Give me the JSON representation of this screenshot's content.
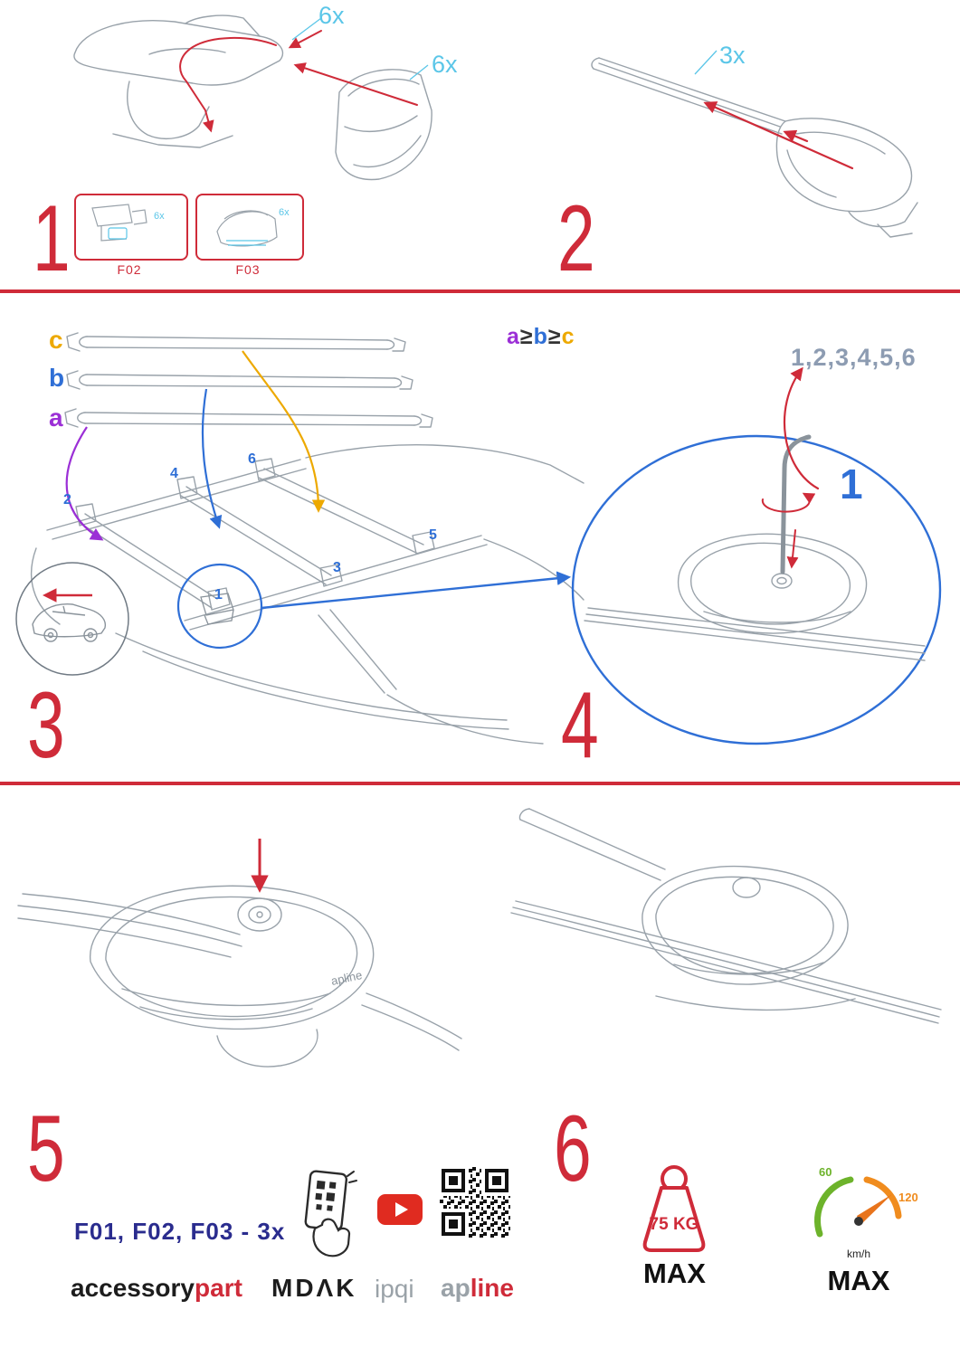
{
  "palette": {
    "red": "#cf2b39",
    "cyan": "#5bc6e8",
    "blue": "#2f6fd6",
    "purple": "#9b2fd6",
    "orange": "#eda900",
    "navy": "#2a2c8e",
    "slate_blue": "#8d9cb2",
    "green": "#6db32b",
    "amber": "#f08c1e"
  },
  "step1": {
    "num": "1",
    "qty_top": "6x",
    "qty_side": "6x",
    "box_f02": {
      "label": "F02",
      "qty": "6x"
    },
    "box_f03": {
      "label": "F03",
      "qty": "6x"
    }
  },
  "step2": {
    "num": "2",
    "qty": "3x"
  },
  "step3": {
    "num": "3",
    "bar_c": "c",
    "bar_b": "b",
    "bar_a": "a",
    "rule": {
      "a": "a",
      "ge1": "≥",
      "b": "b",
      "ge2": "≥",
      "c": "c"
    },
    "pos1": "1",
    "pos2": "2",
    "pos3": "3",
    "pos4": "4",
    "pos5": "5",
    "pos6": "6"
  },
  "step4": {
    "num": "4",
    "sequence": "1,2,3,4,5,6",
    "callout": "1"
  },
  "step5": {
    "num": "5",
    "parts_line": "F01, F02, F03 - 3x",
    "clamp_logo": "apline"
  },
  "step6": {
    "num": "6",
    "weight": "75 KG",
    "weight_max": "MAX",
    "speed_low": "60",
    "speed_high": "120",
    "speed_unit": "km/h",
    "speed_max": "MAX"
  },
  "brands": {
    "b1a": "accessory",
    "b1b": "part",
    "b2": "MDΛK",
    "b3": "ipqi",
    "b4a": "ap",
    "b4b": "line"
  }
}
